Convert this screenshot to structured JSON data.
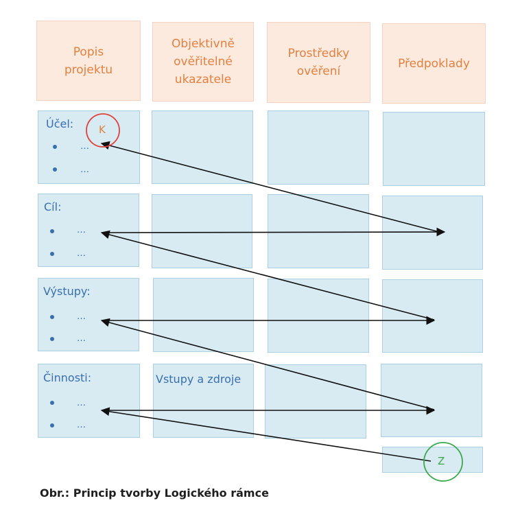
{
  "headers": [
    {
      "text": "Popis\nprojektu"
    },
    {
      "text": "Objektivně\nověřitelné\nukazatele"
    },
    {
      "text": "Prostředky\nověření"
    },
    {
      "text": "Předpoklady"
    }
  ],
  "rows": [
    {
      "label": "Účel:",
      "items": [
        "…",
        "…"
      ]
    },
    {
      "label": "Cíl:",
      "items": [
        "…",
        "…"
      ]
    },
    {
      "label": "Výstupy:",
      "items": [
        "…",
        "…"
      ]
    },
    {
      "label": "Činnosti:",
      "items": [
        "…",
        "…"
      ]
    }
  ],
  "inputs_label": "Vstupy a zdroje",
  "start_marker": "K",
  "end_marker": "Z",
  "caption": "Obr.: Princip tvorby Logického rámce",
  "colors": {
    "header_bg": "#fdeadf",
    "header_text": "#e4803f",
    "cell_bg": "#d8ebf3",
    "label_text": "#3a6fae",
    "start_circle": "#e0403c",
    "end_circle": "#3aa84c",
    "arrow": "#111111"
  }
}
